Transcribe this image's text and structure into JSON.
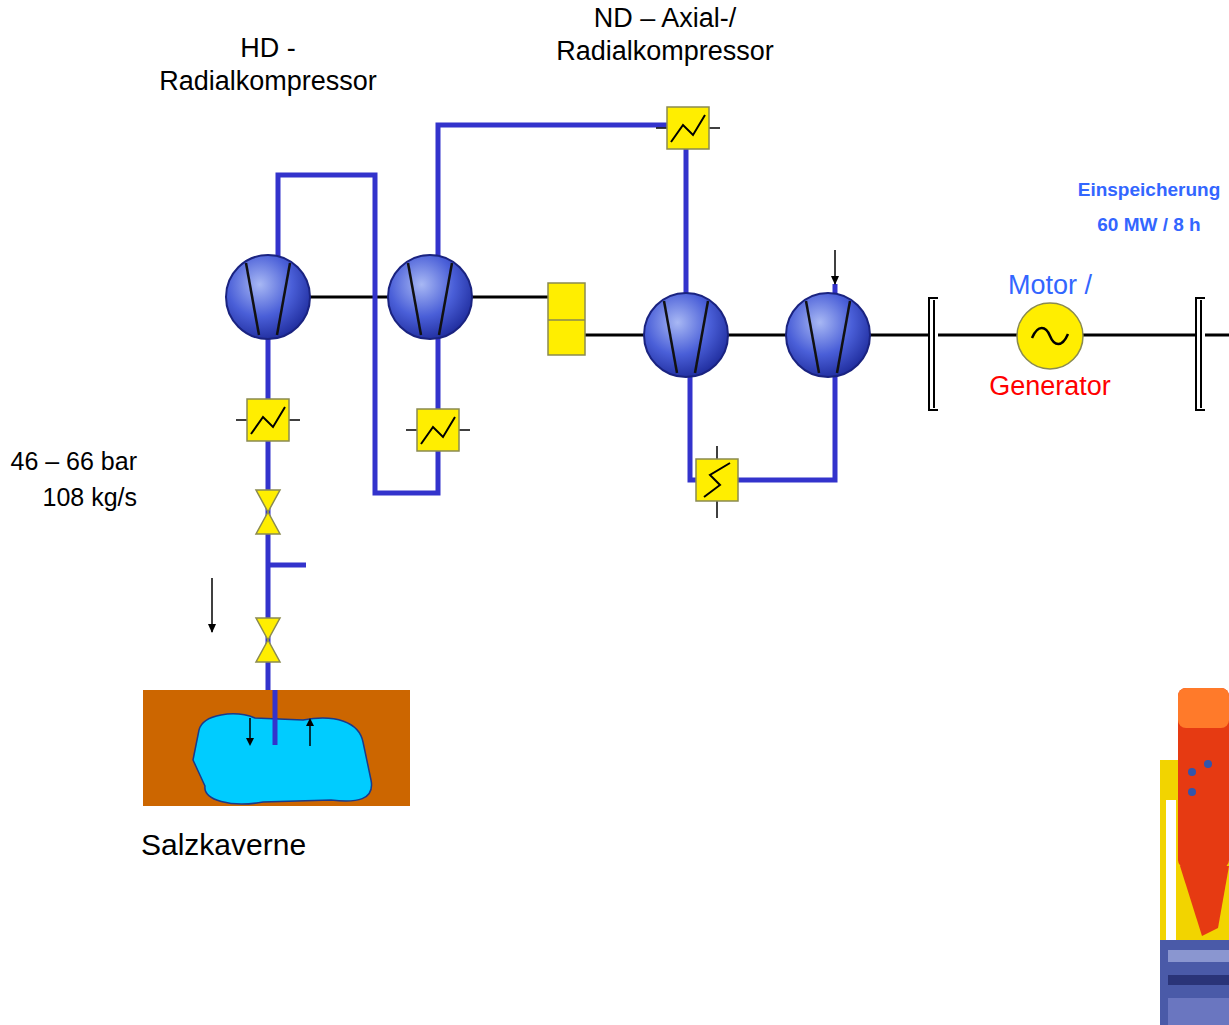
{
  "diagram": {
    "nodes": [
      {
        "text": [
          "Motor /",
          "Generator"
        ]
      },
      {
        "text": [
          "Salzkaverne"
        ]
      }
    ],
    "labels": [
      "HD - Radialkompressor",
      "ND – Axial-/ Radialkompressor",
      "Einspeicherung 60 MW / 8 h",
      "46 – 66 bar 108 kg/s"
    ]
  }
}
